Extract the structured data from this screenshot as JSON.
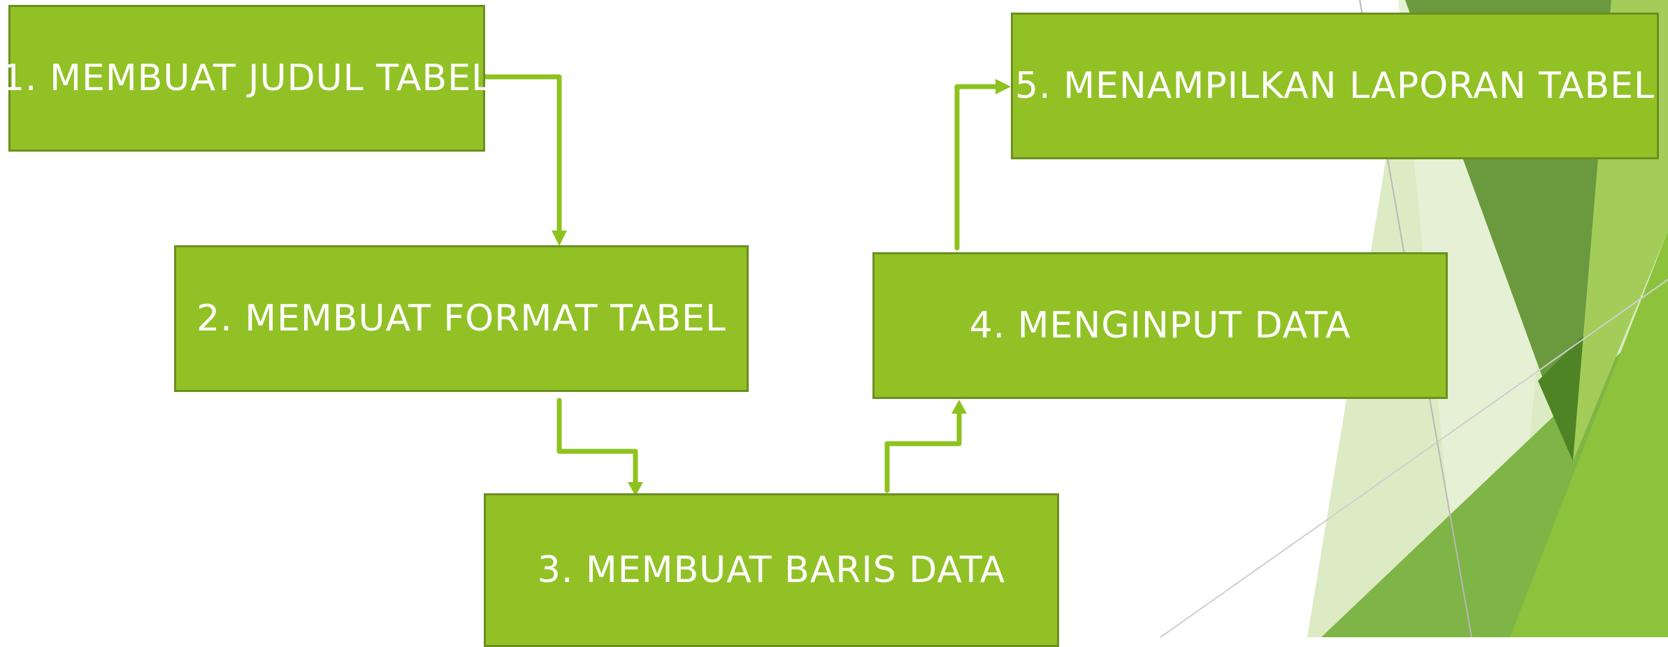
{
  "colors": {
    "box_fill": "#92c126",
    "box_border": "#6b8f1f",
    "connector": "#8dc21f",
    "text": "#ffffff",
    "accent_dark": "#5a8a22",
    "accent_light": "#a9cf55"
  },
  "steps": [
    {
      "id": "s1",
      "label": "1. MEMBUAT JUDUL TABEL"
    },
    {
      "id": "s2",
      "label": "2. MEMBUAT FORMAT TABEL"
    },
    {
      "id": "s3",
      "label": "3. MEMBUAT BARIS DATA"
    },
    {
      "id": "s4",
      "label": "4. MENGINPUT DATA"
    },
    {
      "id": "s5",
      "label": "5. MENAMPILKAN LAPORAN TABEL"
    }
  ],
  "connections": [
    {
      "from": "s1",
      "to": "s2"
    },
    {
      "from": "s2",
      "to": "s3"
    },
    {
      "from": "s3",
      "to": "s4"
    },
    {
      "from": "s4",
      "to": "s5"
    }
  ]
}
